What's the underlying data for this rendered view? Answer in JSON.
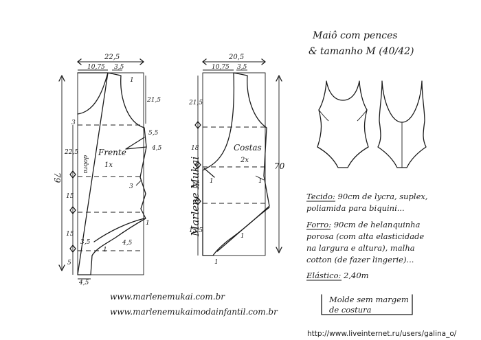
{
  "title": {
    "line1": "Maiô com pences",
    "line2": "& tamanho M (40/42)"
  },
  "front": {
    "label": "Frente",
    "count": "1x",
    "fold": "dobra",
    "width_total": "22,5",
    "width_left": "10,75",
    "width_right": "3,5",
    "height_total": "79",
    "seg_a": "21,5",
    "seg_b": "22,5",
    "seg_c": "15",
    "seg_d": "15",
    "seg_e": "5",
    "side_a": "3",
    "side_b": "5,5",
    "side_c": "4,5",
    "side_d": "3",
    "side_e": "1",
    "crotch_a": "3,5",
    "crotch_b": "4,5",
    "crotch_c": "1",
    "bottom": "4,5",
    "top_mark": "1"
  },
  "back": {
    "label": "Costas",
    "count": "2x",
    "width_total": "20,5",
    "width_left": "10,75",
    "width_right": "3,5",
    "height_total": "70",
    "seg_a": "21,5",
    "seg_b": "18",
    "seg_c": "15",
    "seg_d": "15,5",
    "mark_a": "1",
    "mark_b": "1",
    "mark_c": "1",
    "mark_d": "1"
  },
  "signature": "Marlene Mukai",
  "notes": {
    "line1": "Tecido: 90cm de lycra, suplex,",
    "line2": "poliamida para biquini...",
    "line3": "Forro: 90cm de helanquinha",
    "line4": "porosa (com alta elasticidade",
    "line5": "na largura e altura), malha",
    "line6": "cotton (de fazer lingerie)...",
    "line7": "Elástico: 2,40m"
  },
  "seam": {
    "line1": "Molde sem margem",
    "line2": "de costura"
  },
  "urls": {
    "url1": "www.marlenemukai.com.br",
    "url2": "www.marlenemukaimodainfantil.com.br"
  },
  "watermark": "http://www.liveinternet.ru/users/galina_o/"
}
